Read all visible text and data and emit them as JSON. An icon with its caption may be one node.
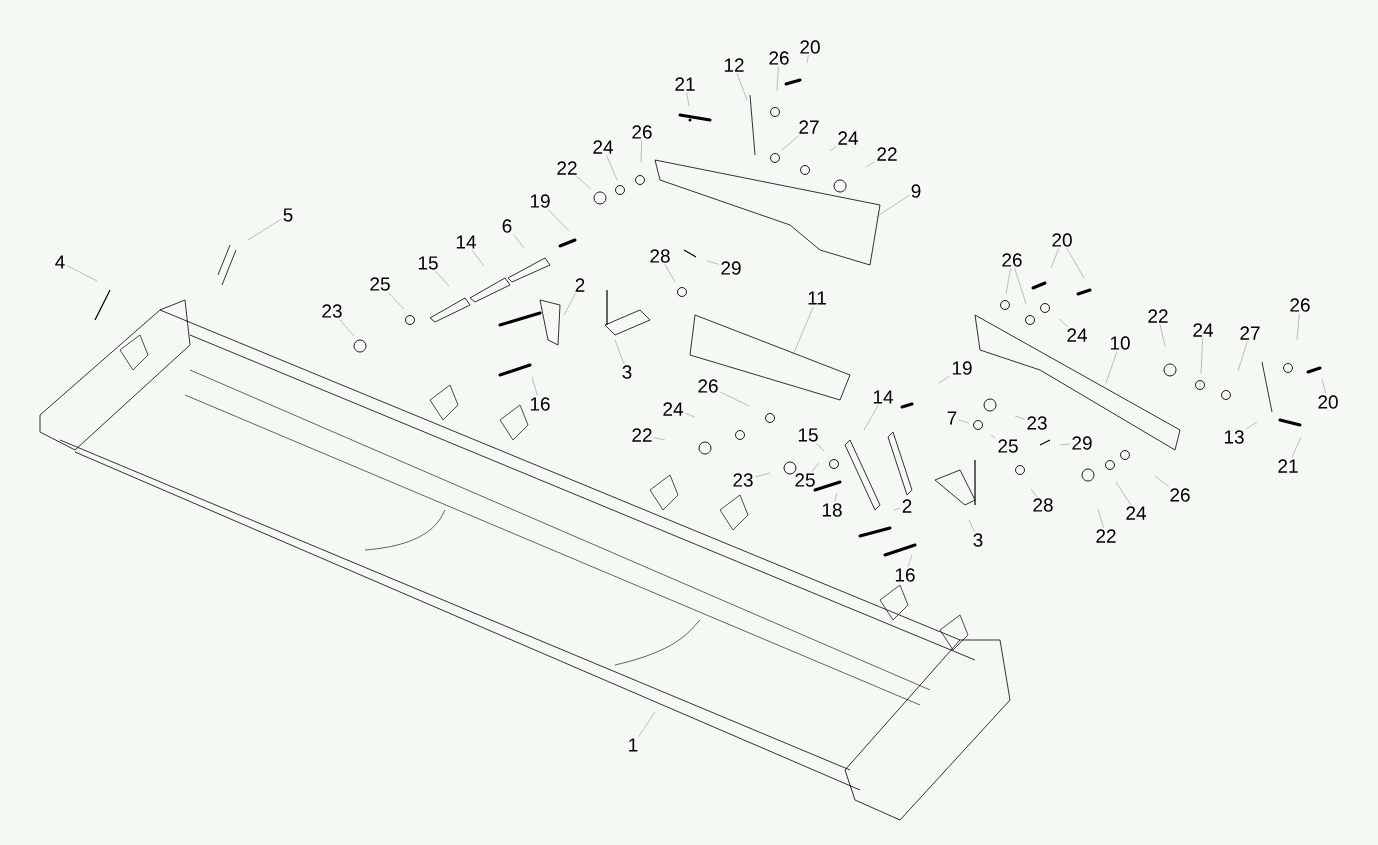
{
  "diagram": {
    "nodes": [
      {
        "text": [
          "20"
        ]
      },
      {
        "text": [
          "26"
        ]
      },
      {
        "text": [
          "12"
        ]
      },
      {
        "text": [
          "21"
        ]
      },
      {
        "text": [
          "27"
        ]
      },
      {
        "text": [
          "26"
        ]
      },
      {
        "text": [
          "24"
        ]
      },
      {
        "text": [
          "24"
        ]
      },
      {
        "text": [
          "22"
        ]
      },
      {
        "text": [
          "22"
        ]
      },
      {
        "text": [
          "9"
        ]
      },
      {
        "text": [
          "19"
        ]
      },
      {
        "text": [
          "5"
        ]
      },
      {
        "text": [
          "6"
        ]
      },
      {
        "text": [
          "14"
        ]
      },
      {
        "text": [
          "20"
        ]
      },
      {
        "text": [
          "28"
        ]
      },
      {
        "text": [
          "29"
        ]
      },
      {
        "text": [
          "15"
        ]
      },
      {
        "text": [
          "26"
        ]
      },
      {
        "text": [
          "4"
        ]
      },
      {
        "text": [
          "2"
        ]
      },
      {
        "text": [
          "23"
        ]
      },
      {
        "text": [
          "25"
        ]
      },
      {
        "text": [
          "11"
        ]
      },
      {
        "text": [
          "26"
        ]
      },
      {
        "text": [
          "22"
        ]
      },
      {
        "text": [
          "24"
        ]
      },
      {
        "text": [
          "27"
        ]
      },
      {
        "text": [
          "24"
        ]
      },
      {
        "text": [
          "10"
        ]
      },
      {
        "text": [
          "3"
        ]
      },
      {
        "text": [
          "19"
        ]
      },
      {
        "text": [
          "20"
        ]
      },
      {
        "text": [
          "14"
        ]
      },
      {
        "text": [
          "26"
        ]
      },
      {
        "text": [
          "7"
        ]
      },
      {
        "text": [
          "16"
        ]
      },
      {
        "text": [
          "23"
        ]
      },
      {
        "text": [
          "24"
        ]
      },
      {
        "text": [
          "25"
        ]
      },
      {
        "text": [
          "13"
        ]
      },
      {
        "text": [
          "29"
        ]
      },
      {
        "text": [
          "22"
        ]
      },
      {
        "text": [
          "15"
        ]
      },
      {
        "text": [
          "21"
        ]
      },
      {
        "text": [
          "23"
        ]
      },
      {
        "text": [
          "25"
        ]
      },
      {
        "text": [
          "26"
        ]
      },
      {
        "text": [
          "28"
        ]
      },
      {
        "text": [
          "18"
        ]
      },
      {
        "text": [
          "2"
        ]
      },
      {
        "text": [
          "24"
        ]
      },
      {
        "text": [
          "22"
        ]
      },
      {
        "text": [
          "3"
        ]
      },
      {
        "text": [
          "16"
        ]
      },
      {
        "text": [
          "1"
        ]
      }
    ],
    "edges": [
      {
        "from": 0,
        "to": null,
        "arrow": "none"
      },
      {
        "from": 1,
        "to": null,
        "arrow": "none"
      },
      {
        "from": 2,
        "to": null,
        "arrow": "none"
      },
      {
        "from": 3,
        "to": null,
        "arrow": "none"
      },
      {
        "from": 4,
        "to": null,
        "arrow": "none"
      },
      {
        "from": 5,
        "to": null,
        "arrow": "none"
      },
      {
        "from": 6,
        "to": null,
        "arrow": "none"
      },
      {
        "from": 7,
        "to": null,
        "arrow": "none"
      },
      {
        "from": 8,
        "to": null,
        "arrow": "none"
      },
      {
        "from": 9,
        "to": null,
        "arrow": "none"
      },
      {
        "from": 10,
        "to": null,
        "arrow": "none"
      },
      {
        "from": 11,
        "to": null,
        "arrow": "none"
      },
      {
        "from": 12,
        "to": null,
        "arrow": "none"
      },
      {
        "from": 13,
        "to": null,
        "arrow": "none"
      },
      {
        "from": 14,
        "to": null,
        "arrow": "none"
      },
      {
        "from": 15,
        "to": null,
        "arrow": "none"
      },
      {
        "from": 15,
        "to": null,
        "arrow": "none"
      },
      {
        "from": 16,
        "to": null,
        "arrow": "none"
      },
      {
        "from": 17,
        "to": null,
        "arrow": "none"
      },
      {
        "from": 18,
        "to": null,
        "arrow": "none"
      },
      {
        "from": 19,
        "to": null,
        "arrow": "none"
      },
      {
        "from": 19,
        "to": null,
        "arrow": "none"
      },
      {
        "from": 20,
        "to": null,
        "arrow": "none"
      },
      {
        "from": 21,
        "to": null,
        "arrow": "none"
      },
      {
        "from": 22,
        "to": null,
        "arrow": "none"
      },
      {
        "from": 23,
        "to": null,
        "arrow": "none"
      },
      {
        "from": 24,
        "to": null,
        "arrow": "none"
      },
      {
        "from": 25,
        "to": null,
        "arrow": "none"
      },
      {
        "from": 26,
        "to": null,
        "arrow": "none"
      },
      {
        "from": 27,
        "to": null,
        "arrow": "none"
      },
      {
        "from": 28,
        "to": null,
        "arrow": "none"
      },
      {
        "from": 29,
        "to": null,
        "arrow": "none"
      },
      {
        "from": 30,
        "to": null,
        "arrow": "none"
      },
      {
        "from": 31,
        "to": null,
        "arrow": "none"
      },
      {
        "from": 32,
        "to": null,
        "arrow": "none"
      },
      {
        "from": 33,
        "to": null,
        "arrow": "none"
      },
      {
        "from": 34,
        "to": null,
        "arrow": "none"
      },
      {
        "from": 35,
        "to": null,
        "arrow": "none"
      },
      {
        "from": 36,
        "to": null,
        "arrow": "none"
      },
      {
        "from": 37,
        "to": null,
        "arrow": "none"
      },
      {
        "from": 38,
        "to": null,
        "arrow": "none"
      },
      {
        "from": 39,
        "to": null,
        "arrow": "none"
      },
      {
        "from": 40,
        "to": null,
        "arrow": "none"
      },
      {
        "from": 41,
        "to": null,
        "arrow": "none"
      },
      {
        "from": 42,
        "to": null,
        "arrow": "none"
      },
      {
        "from": 43,
        "to": null,
        "arrow": "none"
      },
      {
        "from": 44,
        "to": null,
        "arrow": "none"
      },
      {
        "from": 45,
        "to": null,
        "arrow": "none"
      },
      {
        "from": 46,
        "to": null,
        "arrow": "none"
      },
      {
        "from": 47,
        "to": null,
        "arrow": "none"
      },
      {
        "from": 48,
        "to": null,
        "arrow": "none"
      },
      {
        "from": 49,
        "to": null,
        "arrow": "none"
      },
      {
        "from": 50,
        "to": null,
        "arrow": "none"
      },
      {
        "from": 51,
        "to": null,
        "arrow": "none"
      },
      {
        "from": 52,
        "to": null,
        "arrow": "none"
      },
      {
        "from": 53,
        "to": null,
        "arrow": "none"
      },
      {
        "from": 54,
        "to": null,
        "arrow": "none"
      },
      {
        "from": 55,
        "to": null,
        "arrow": "none"
      },
      {
        "from": 56,
        "to": null,
        "arrow": "none"
      }
    ]
  }
}
